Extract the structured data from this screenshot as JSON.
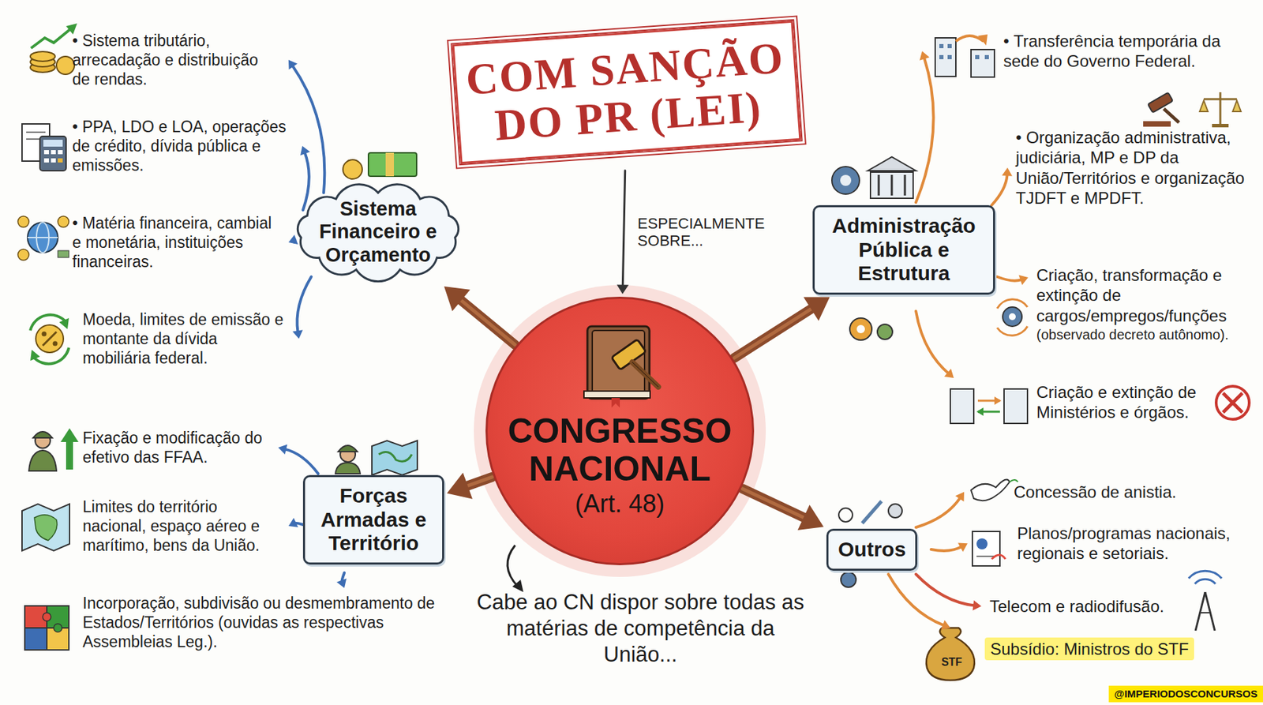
{
  "diagram": {
    "nodes": [
      {
        "text": [
          "COM SANÇÃO DO PR (LEI)"
        ]
      },
      {
        "text": [
          "Sistema Financeiro e Orçamento"
        ]
      },
      {
        "text": [
          "Administração Pública e Estrutura"
        ]
      },
      {
        "text": [
          "CONGRESSO NACIONAL",
          "(Art. 48)"
        ]
      },
      {
        "text": [
          "Forças Armadas e Território"
        ]
      },
      {
        "text": [
          "Outros"
        ]
      }
    ],
    "edges": [
      {
        "from": 0,
        "to": 3,
        "label": "ESPECIALMENTE SOBRE...",
        "arrow": "to"
      },
      {
        "from": 3,
        "to": 1,
        "arrow": "to"
      },
      {
        "from": 3,
        "to": 2,
        "arrow": "to"
      },
      {
        "from": 3,
        "to": 4,
        "arrow": "to"
      },
      {
        "from": 3,
        "to": 5,
        "arrow": "to"
      }
    ],
    "labels": [
      "• Sistema tributário, arrecadação e distribuição de rendas.",
      "• PPA, LDO e LOA, operações de crédito, dívida pública e emissões.",
      "• Matéria financeira, cambial e monetária, instituições financeiras.",
      "Moeda, limites de emissão e montante da dívida mobiliária federal.",
      "Fixação e modificação do efetivo das FFAA.",
      "Limites do território nacional, espaço aéreo e marítimo, bens da União.",
      "Incorporação, subdivisão ou desmembramento de Estados/Territórios (ouvidas as respectivas Assembleias Leg.).",
      "• Transferência temporária da sede do Governo Federal.",
      "• Organização administrativa, judiciária, MP e DP da União/Territórios e organização TJDFT e MPDFT.",
      "Criação, transformação e extinção de cargos/empregos/funções",
      "(observado decreto autônomo).",
      "Criação e extinção de Ministérios e órgãos.",
      "Concessão de anistia.",
      "Planos/programas nacionais, regionais e setoriais.",
      "Telecom e radiodifusão.",
      "Subsídio: Ministros do STF",
      "STF",
      "Cabe ao CN dispor sobre todas as matérias de competência da União...",
      "@IMPERIODOSCONCURSOS"
    ]
  }
}
